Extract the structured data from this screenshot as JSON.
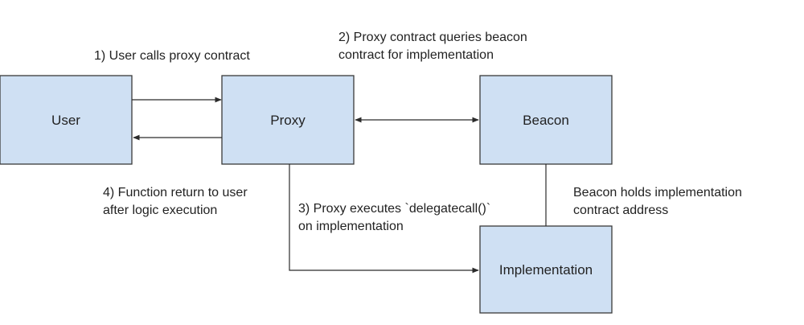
{
  "nodes": {
    "user": "User",
    "proxy": "Proxy",
    "beacon": "Beacon",
    "implementation": "Implementation"
  },
  "steps": {
    "step1": "1) User calls proxy contract",
    "step2_line1": "2) Proxy contract queries beacon",
    "step2_line2": "contract for implementation",
    "step3_line1": "3) Proxy executes `delegatecall()`",
    "step3_line2": "on implementation",
    "step4_line1": "4) Function return to user",
    "step4_line2": "after logic execution",
    "beacon_note_line1": "Beacon holds implementation",
    "beacon_note_line2": "contract address"
  }
}
